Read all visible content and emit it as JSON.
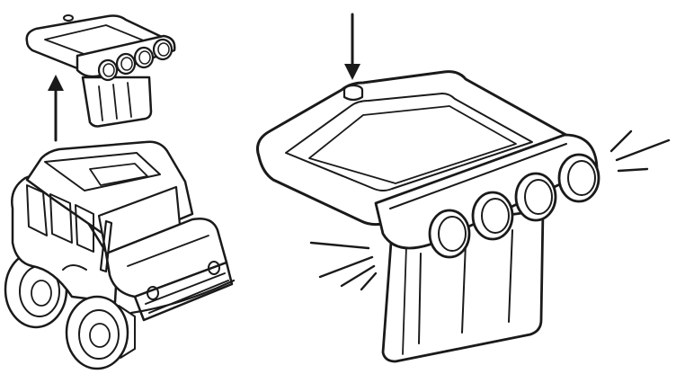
{
  "diagram": {
    "colors": {
      "ink": "#1a1a1a",
      "background": "#ffffff"
    },
    "parts": [
      {
        "id": "toy-jeep",
        "label": ""
      },
      {
        "id": "roof-piece-small",
        "label": ""
      },
      {
        "id": "roof-piece-large",
        "label": ""
      }
    ],
    "arrows": [
      {
        "id": "lift-arrow",
        "direction": "up"
      },
      {
        "id": "press-arrow",
        "direction": "down"
      }
    ],
    "motion_lines": [
      {
        "id": "motion-lines-right",
        "count": 3
      },
      {
        "id": "motion-lines-left",
        "count": 4
      }
    ]
  }
}
